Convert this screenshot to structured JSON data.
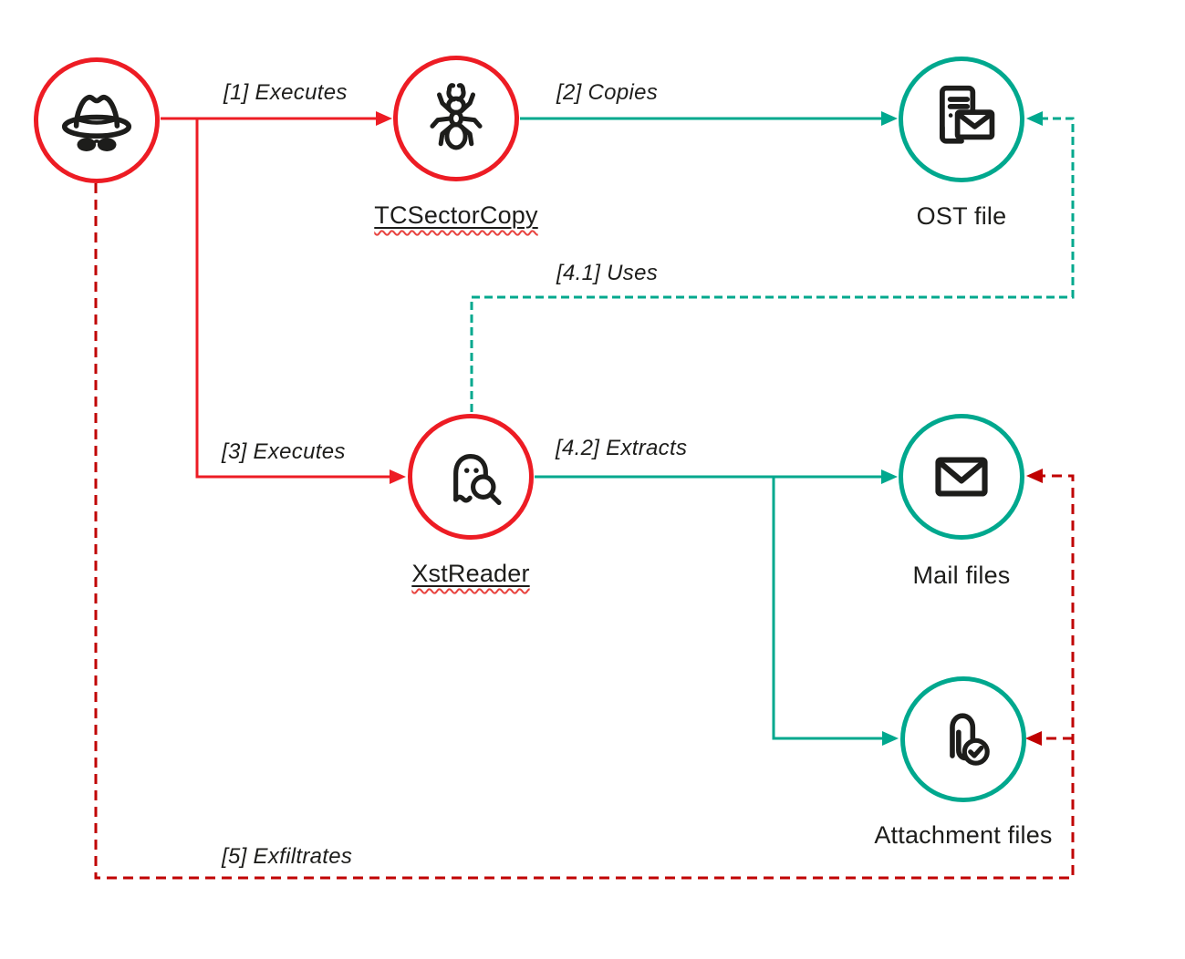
{
  "colors": {
    "red": "#ed1c24",
    "dark-red": "#c00000",
    "teal": "#00a88e",
    "ink": "#1d1d1b",
    "bg": "#ffffff",
    "squiggle": "#e8433f"
  },
  "nodes": {
    "attacker": {
      "label": "",
      "icon": "spy-icon",
      "ring": "red"
    },
    "tcsectorcopy": {
      "label": "TCSectorCopy",
      "icon": "ant-icon",
      "ring": "red"
    },
    "ostfile": {
      "label": "OST file",
      "icon": "document-mail-icon",
      "ring": "teal"
    },
    "xstreader": {
      "label": "XstReader",
      "icon": "ghost-search-icon",
      "ring": "red"
    },
    "mailfiles": {
      "label": "Mail files",
      "icon": "envelope-icon",
      "ring": "teal"
    },
    "attachmentfiles": {
      "label": "Attachment files",
      "icon": "paperclip-check-icon",
      "ring": "teal"
    }
  },
  "edges": {
    "e1": {
      "label": "[1] Executes",
      "from": "attacker",
      "to": "tcsectorcopy",
      "style": "solid",
      "color": "red"
    },
    "e2": {
      "label": "[2] Copies",
      "from": "tcsectorcopy",
      "to": "ostfile",
      "style": "solid",
      "color": "teal"
    },
    "e3": {
      "label": "[3] Executes",
      "from": "attacker",
      "to": "xstreader",
      "style": "solid",
      "color": "red"
    },
    "e41": {
      "label": "[4.1] Uses",
      "from": "xstreader",
      "to": "ostfile",
      "style": "dashed",
      "color": "teal"
    },
    "e42": {
      "label": "[4.2] Extracts",
      "from": "xstreader",
      "to": "mailfiles, attachmentfiles",
      "style": "solid",
      "color": "teal"
    },
    "e5": {
      "label": "[5] Exfiltrates",
      "from": "attacker",
      "to": "mailfiles, attachmentfiles",
      "style": "dashed",
      "color": "dark-red"
    }
  }
}
